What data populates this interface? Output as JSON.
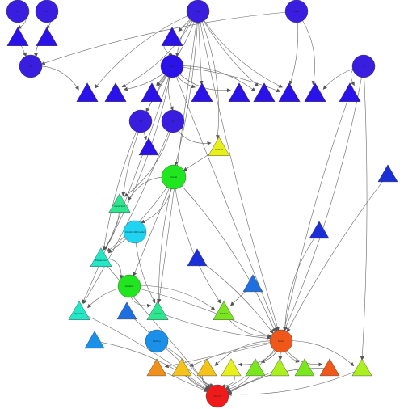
{
  "palette": {
    "blue": "#2a12e8",
    "indigo": "#3a1ee0",
    "royal": "#1a2fd8",
    "azure": "#1f6fe0",
    "sky": "#1a90e8",
    "cyan": "#1fd4f0",
    "teal": "#22e8c8",
    "mint": "#2ee690",
    "green": "#1fe61f",
    "lime": "#7ae61f",
    "chartreuse": "#aaf01f",
    "yellow": "#e8f01a",
    "amber": "#f5c21a",
    "orange": "#f0901a",
    "redorange": "#f0581a",
    "red": "#f01a1a",
    "edge": "#666666",
    "background": "#ffffff"
  },
  "diagram": {
    "type": "directed-graph",
    "nodes": [
      {
        "id": "n1",
        "shape": "circle",
        "color": "indigo",
        "label": "org"
      },
      {
        "id": "n2",
        "shape": "circle",
        "color": "indigo",
        "label": "sun"
      },
      {
        "id": "n3",
        "shape": "circle",
        "color": "indigo",
        "label": "java"
      },
      {
        "id": "n4",
        "shape": "circle",
        "color": "indigo",
        "label": "javax"
      },
      {
        "id": "n5",
        "shape": "triangle",
        "color": "blue",
        "label": ""
      },
      {
        "id": "n6",
        "shape": "triangle",
        "color": "blue",
        "label": ""
      },
      {
        "id": "n7",
        "shape": "triangle",
        "color": "blue",
        "label": ""
      },
      {
        "id": "n8",
        "shape": "circle",
        "color": "indigo",
        "label": "util"
      },
      {
        "id": "n9",
        "shape": "circle",
        "color": "blue",
        "label": "lang"
      },
      {
        "id": "n10",
        "shape": "circle",
        "color": "indigo",
        "label": "io"
      },
      {
        "id": "n11",
        "shape": "triangle",
        "color": "blue",
        "label": ""
      },
      {
        "id": "n12",
        "shape": "triangle",
        "color": "blue",
        "label": ""
      },
      {
        "id": "n13",
        "shape": "triangle",
        "color": "blue",
        "label": ""
      },
      {
        "id": "n14",
        "shape": "triangle",
        "color": "blue",
        "label": ""
      },
      {
        "id": "n15",
        "shape": "triangle",
        "color": "blue",
        "label": ""
      },
      {
        "id": "n16",
        "shape": "triangle",
        "color": "blue",
        "label": ""
      },
      {
        "id": "n17",
        "shape": "triangle",
        "color": "blue",
        "label": ""
      },
      {
        "id": "n18",
        "shape": "triangle",
        "color": "blue",
        "label": ""
      },
      {
        "id": "n19",
        "shape": "triangle",
        "color": "blue",
        "label": ""
      },
      {
        "id": "n20",
        "shape": "circle",
        "color": "indigo",
        "label": "net"
      },
      {
        "id": "n21",
        "shape": "circle",
        "color": "indigo",
        "label": "nio"
      },
      {
        "id": "n22",
        "shape": "triangle",
        "color": "blue",
        "label": ""
      },
      {
        "id": "n23",
        "shape": "triangle",
        "color": "yellow",
        "label": "Default"
      },
      {
        "id": "n24",
        "shape": "triangle",
        "color": "royal",
        "label": ""
      },
      {
        "id": "n25",
        "shape": "circle",
        "color": "green",
        "label": "model"
      },
      {
        "id": "n26",
        "shape": "triangle",
        "color": "mint",
        "label": "Constraint"
      },
      {
        "id": "n27",
        "shape": "circle",
        "color": "cyan",
        "label": "ConstraintProvider"
      },
      {
        "id": "n28",
        "shape": "triangle",
        "color": "royal",
        "label": ""
      },
      {
        "id": "n29",
        "shape": "triangle",
        "color": "teal",
        "label": "Expression"
      },
      {
        "id": "n30",
        "shape": "triangle",
        "color": "royal",
        "label": ""
      },
      {
        "id": "n31",
        "shape": "triangle",
        "color": "azure",
        "label": ""
      },
      {
        "id": "n32",
        "shape": "circle",
        "color": "green",
        "label": "Variable"
      },
      {
        "id": "n33",
        "shape": "triangle",
        "color": "teal",
        "label": "Operator"
      },
      {
        "id": "n34",
        "shape": "triangle",
        "color": "azure",
        "label": ""
      },
      {
        "id": "n35",
        "shape": "triangle",
        "color": "mint",
        "label": "Domain"
      },
      {
        "id": "n36",
        "shape": "triangle",
        "color": "lime",
        "label": "Solution"
      },
      {
        "id": "n37",
        "shape": "triangle",
        "color": "sky",
        "label": ""
      },
      {
        "id": "n38",
        "shape": "circle",
        "color": "sky",
        "label": "Factory"
      },
      {
        "id": "n39",
        "shape": "circle",
        "color": "redorange",
        "label": "Solver"
      },
      {
        "id": "n40",
        "shape": "triangle",
        "color": "orange",
        "label": ""
      },
      {
        "id": "n41",
        "shape": "triangle",
        "color": "amber",
        "label": ""
      },
      {
        "id": "n42",
        "shape": "triangle",
        "color": "amber",
        "label": ""
      },
      {
        "id": "n43",
        "shape": "triangle",
        "color": "yellow",
        "label": ""
      },
      {
        "id": "n44",
        "shape": "triangle",
        "color": "lime",
        "label": ""
      },
      {
        "id": "n45",
        "shape": "triangle",
        "color": "chartreuse",
        "label": ""
      },
      {
        "id": "n46",
        "shape": "triangle",
        "color": "lime",
        "label": ""
      },
      {
        "id": "n47",
        "shape": "triangle",
        "color": "redorange",
        "label": ""
      },
      {
        "id": "n48",
        "shape": "triangle",
        "color": "chartreuse",
        "label": ""
      },
      {
        "id": "n49",
        "shape": "circle",
        "color": "red",
        "label": "Search"
      }
    ],
    "edges": [
      [
        "n1",
        "n5"
      ],
      [
        "n2",
        "n6"
      ],
      [
        "n3",
        "n7"
      ],
      [
        "n3",
        "n9"
      ],
      [
        "n3",
        "n11"
      ],
      [
        "n3",
        "n12"
      ],
      [
        "n3",
        "n13"
      ],
      [
        "n3",
        "n14"
      ],
      [
        "n3",
        "n16"
      ],
      [
        "n3",
        "n17"
      ],
      [
        "n3",
        "n23"
      ],
      [
        "n3",
        "n25"
      ],
      [
        "n3",
        "n35"
      ],
      [
        "n3",
        "n39"
      ],
      [
        "n4",
        "n8"
      ],
      [
        "n4",
        "n18"
      ],
      [
        "n4",
        "n17"
      ],
      [
        "n5",
        "n8"
      ],
      [
        "n6",
        "n8"
      ],
      [
        "n7",
        "n9"
      ],
      [
        "n8",
        "n11"
      ],
      [
        "n9",
        "n12"
      ],
      [
        "n9",
        "n13"
      ],
      [
        "n9",
        "n14"
      ],
      [
        "n9",
        "n15"
      ],
      [
        "n9",
        "n16"
      ],
      [
        "n9",
        "n17"
      ],
      [
        "n9",
        "n20"
      ],
      [
        "n9",
        "n21"
      ],
      [
        "n9",
        "n26"
      ],
      [
        "n9",
        "n29"
      ],
      [
        "n9",
        "n33"
      ],
      [
        "n9",
        "n39"
      ],
      [
        "n10",
        "n18"
      ],
      [
        "n10",
        "n19"
      ],
      [
        "n10",
        "n39"
      ],
      [
        "n10",
        "n48"
      ],
      [
        "n20",
        "n22"
      ],
      [
        "n20",
        "n29"
      ],
      [
        "n21",
        "n23"
      ],
      [
        "n21",
        "n26"
      ],
      [
        "n21",
        "n33"
      ],
      [
        "n23",
        "n25"
      ],
      [
        "n24",
        "n39"
      ],
      [
        "n25",
        "n26"
      ],
      [
        "n25",
        "n27"
      ],
      [
        "n25",
        "n29"
      ],
      [
        "n25",
        "n32"
      ],
      [
        "n25",
        "n35"
      ],
      [
        "n25",
        "n36"
      ],
      [
        "n25",
        "n39"
      ],
      [
        "n26",
        "n29"
      ],
      [
        "n27",
        "n29"
      ],
      [
        "n27",
        "n35"
      ],
      [
        "n28",
        "n39"
      ],
      [
        "n29",
        "n32"
      ],
      [
        "n30",
        "n39"
      ],
      [
        "n31",
        "n36"
      ],
      [
        "n32",
        "n33"
      ],
      [
        "n32",
        "n35"
      ],
      [
        "n32",
        "n36"
      ],
      [
        "n32",
        "n39"
      ],
      [
        "n34",
        "n49"
      ],
      [
        "n35",
        "n39"
      ],
      [
        "n36",
        "n39"
      ],
      [
        "n37",
        "n49"
      ],
      [
        "n38",
        "n49"
      ],
      [
        "n39",
        "n40"
      ],
      [
        "n39",
        "n41"
      ],
      [
        "n39",
        "n42"
      ],
      [
        "n39",
        "n43"
      ],
      [
        "n39",
        "n44"
      ],
      [
        "n39",
        "n45"
      ],
      [
        "n39",
        "n46"
      ],
      [
        "n39",
        "n47"
      ],
      [
        "n39",
        "n48"
      ],
      [
        "n39",
        "n49"
      ],
      [
        "n40",
        "n49"
      ],
      [
        "n41",
        "n49"
      ],
      [
        "n42",
        "n49"
      ],
      [
        "n43",
        "n49"
      ],
      [
        "n44",
        "n49"
      ],
      [
        "n45",
        "n49"
      ],
      [
        "n46",
        "n49"
      ],
      [
        "n47",
        "n49"
      ],
      [
        "n48",
        "n49"
      ],
      [
        "n33",
        "n49"
      ],
      [
        "n29",
        "n49"
      ],
      [
        "n19",
        "n39"
      ]
    ]
  }
}
